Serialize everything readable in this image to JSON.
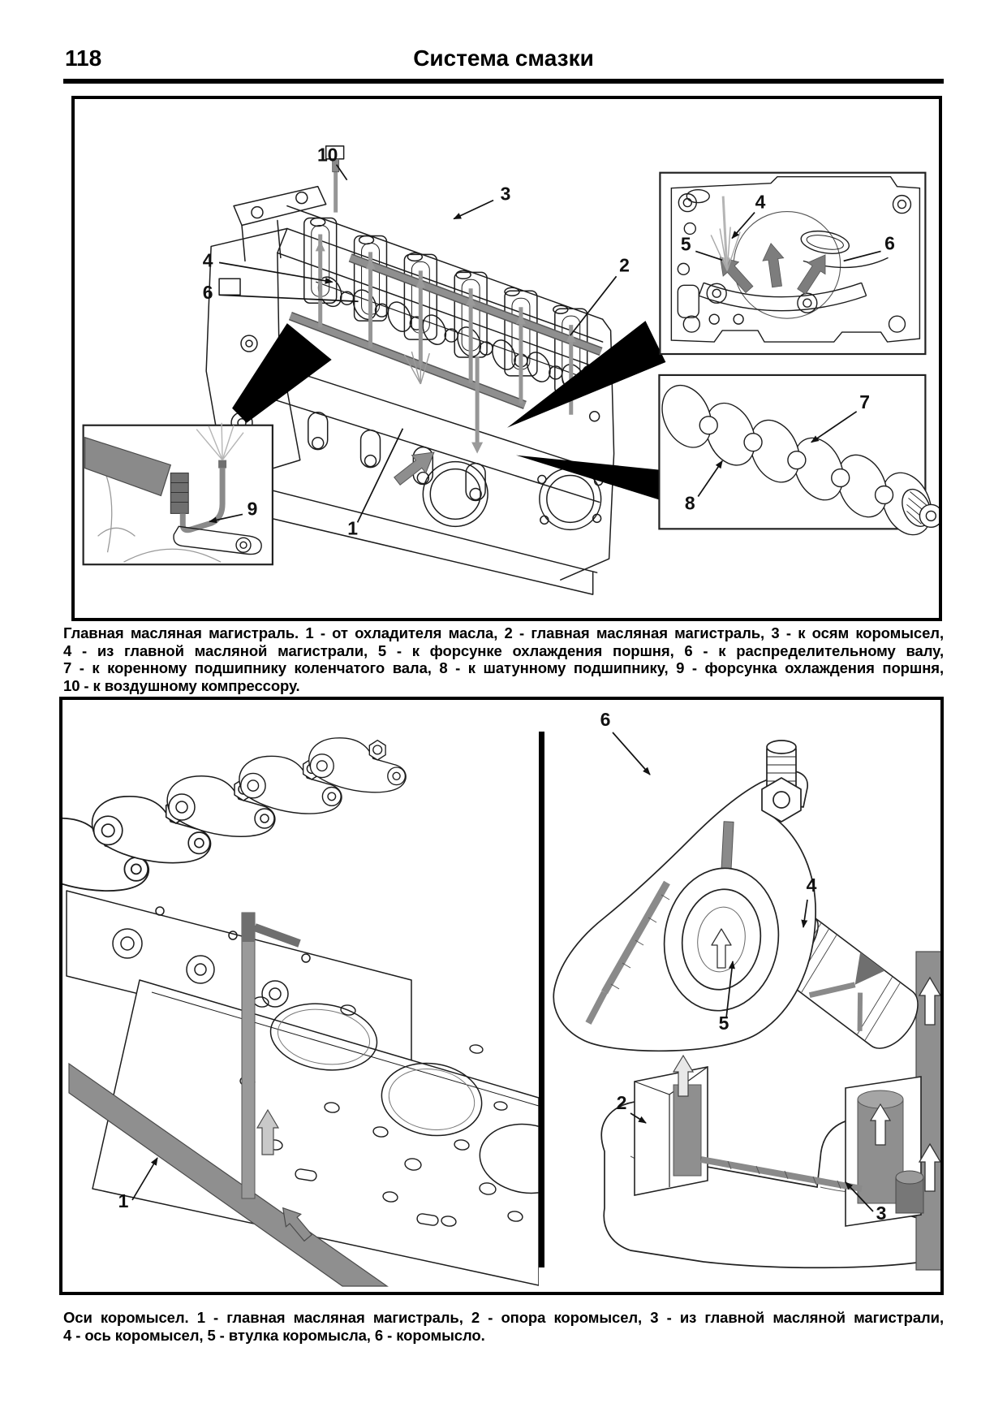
{
  "page": {
    "number": "118",
    "title": "Система смазки"
  },
  "figure1": {
    "caption_lines": [
      "Главная масляная магистраль. 1 - от охладителя масла, 2 - главная масляная магистраль, 3 - к осям коромысел,",
      "4 - из главной масляной магистрали, 5 - к форсунке охлаждения поршня, 6 - к распределительному валу,",
      "7 - к коренному подшипнику коленчатого вала, 8 - к шатунному подшипнику, 9 - форсунка охлаждения поршня,",
      "10 - к воздушному компрессору."
    ],
    "callouts": [
      "1",
      "2",
      "3",
      "4",
      "5",
      "6",
      "7",
      "8",
      "9",
      "10"
    ]
  },
  "figure2": {
    "caption_lines": [
      "Оси коромысел. 1 - главная масляная магистраль, 2 - опора коромысел, 3 - из главной масляной магистрали,",
      "4 - ось коромысел, 5 - втулка коромысла, 6 - коромысло."
    ],
    "callouts": [
      "1",
      "2",
      "3",
      "4",
      "5",
      "6"
    ]
  },
  "colors": {
    "oil_gray": "#8f8f8f",
    "dark_gray": "#6f6f6f",
    "line": "#1c1c1c"
  }
}
